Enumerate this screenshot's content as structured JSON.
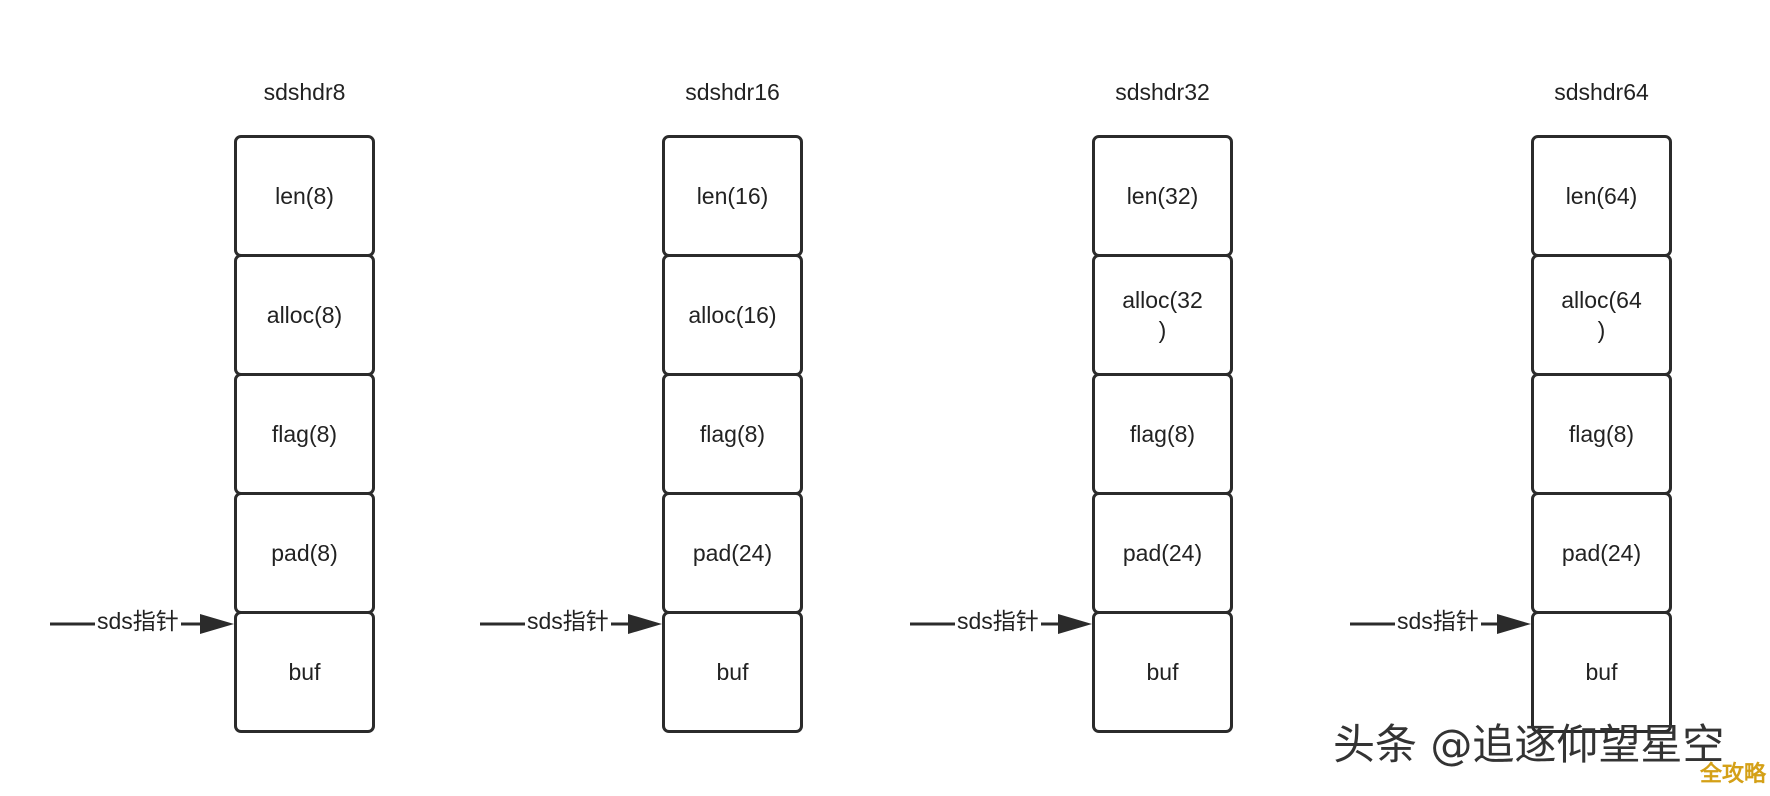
{
  "columns": [
    {
      "title": "sdshdr8",
      "cells": [
        "len(8)",
        "alloc(8)",
        "flag(8)",
        "pad(8)",
        "buf"
      ],
      "pointer_label": "sds指针"
    },
    {
      "title": "sdshdr16",
      "cells": [
        "len(16)",
        "alloc(16)",
        "flag(8)",
        "pad(24)",
        "buf"
      ],
      "pointer_label": "sds指针"
    },
    {
      "title": "sdshdr32",
      "cells": [
        "len(32)",
        "alloc(32\n)",
        "flag(8)",
        "pad(24)",
        "buf"
      ],
      "pointer_label": "sds指针"
    },
    {
      "title": "sdshdr64",
      "cells": [
        "len(64)",
        "alloc(64\n)",
        "flag(8)",
        "pad(24)",
        "buf"
      ],
      "pointer_label": "sds指针"
    }
  ],
  "watermark": "头条 @追逐仰望星空",
  "badge": "全攻略",
  "colors": {
    "border": "#2b2b2b",
    "text": "#222222",
    "badge": "#d4a017"
  }
}
